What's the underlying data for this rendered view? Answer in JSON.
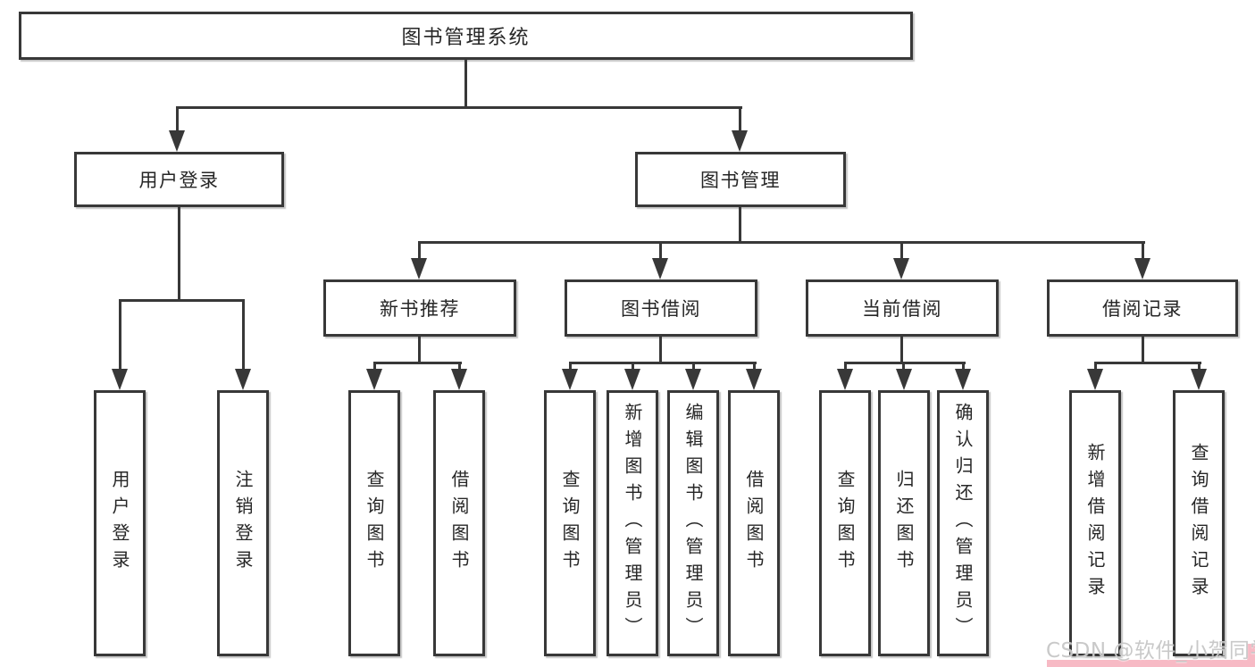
{
  "diagram": {
    "title": "图书管理系统",
    "branches": {
      "user_login": {
        "label": "用户登录",
        "children": [
          "用户登录",
          "注销登录"
        ]
      },
      "book_mgmt": {
        "label": "图书管理"
      }
    },
    "modules": [
      {
        "label": "新书推荐",
        "children": [
          "查询图书",
          "借阅图书"
        ]
      },
      {
        "label": "图书借阅",
        "children": [
          "查询图书",
          "新增图书（管理员）",
          "编辑图书（管理员）",
          "借阅图书"
        ]
      },
      {
        "label": "当前借阅",
        "children": [
          "查询图书",
          "归还图书",
          "确认归还（管理员）"
        ]
      },
      {
        "label": "借阅记录",
        "children": [
          "新增借阅记录",
          "查询借阅记录"
        ]
      }
    ]
  },
  "watermark": {
    "text": "CSDN @软件_小贺同学"
  },
  "colors": {
    "line": "#383838",
    "box_border": "#383838",
    "box_fill": "#ffffff",
    "text": "#262626",
    "watermark_text": "#c6c6c6",
    "watermark_pink": "#f7bac5",
    "background": "#ffffff"
  }
}
